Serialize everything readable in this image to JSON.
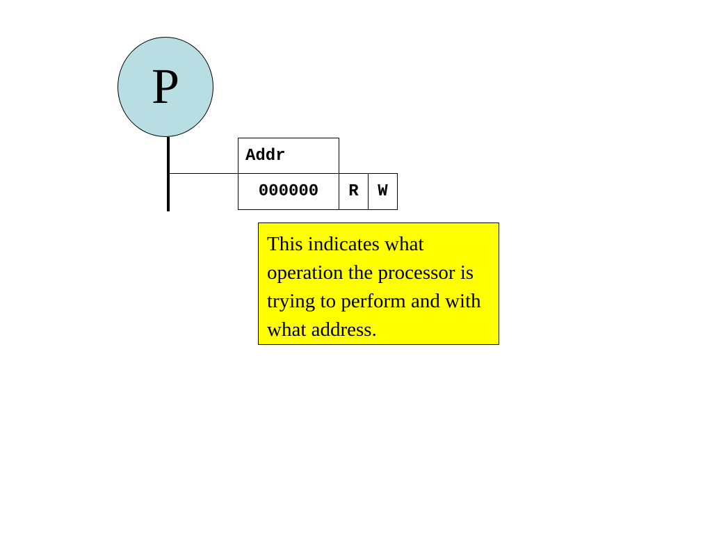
{
  "processor": {
    "label": "P",
    "fill_color": "#b8dde3"
  },
  "register": {
    "header": "Addr",
    "address_value": "000000",
    "read_flag": "R",
    "write_flag": "W"
  },
  "callout": {
    "text": "This indicates what operation the processor is trying to perform and with what address.",
    "background_color": "#ffff00"
  }
}
